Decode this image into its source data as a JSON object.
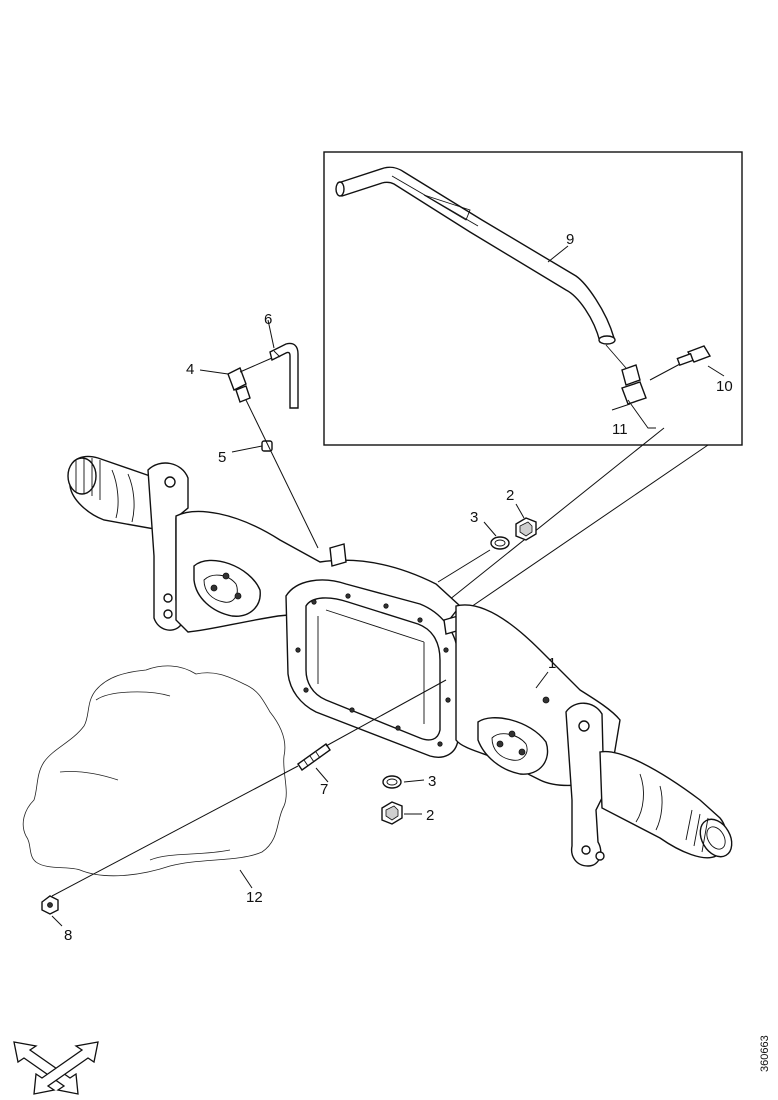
{
  "callouts": {
    "c1": "1",
    "c2a": "2",
    "c2b": "2",
    "c3a": "3",
    "c3b": "3",
    "c4": "4",
    "c5": "5",
    "c6": "6",
    "c7": "7",
    "c8": "8",
    "c9": "9",
    "c10": "10",
    "c11": "11",
    "c12": "12"
  },
  "reference_number": "360663",
  "icons": {
    "orientation": "double-arrow-cross-icon"
  }
}
